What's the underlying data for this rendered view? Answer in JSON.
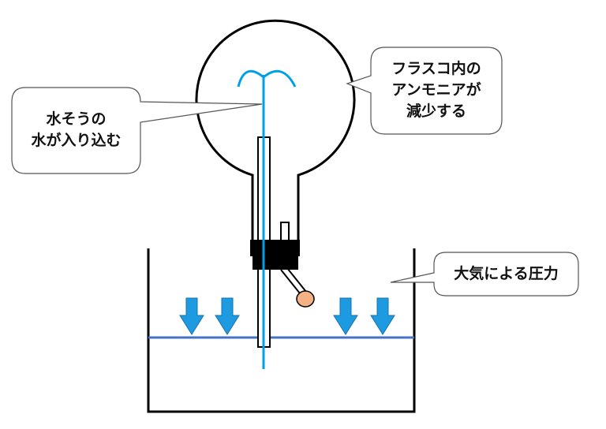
{
  "callouts": {
    "water_enters": {
      "line1": "水そうの",
      "line2": "水が入り込む"
    },
    "ammonia_decrease": {
      "line1": "フラスコ内の",
      "line2": "アンモニアが",
      "line3": "減少する"
    },
    "atmospheric_pressure": {
      "line1": "大気による圧力"
    }
  },
  "colors": {
    "water": "#00a0e9",
    "water_surface": "#4472c4",
    "arrow": "#1e9be0",
    "bulb": "#f4b183"
  }
}
